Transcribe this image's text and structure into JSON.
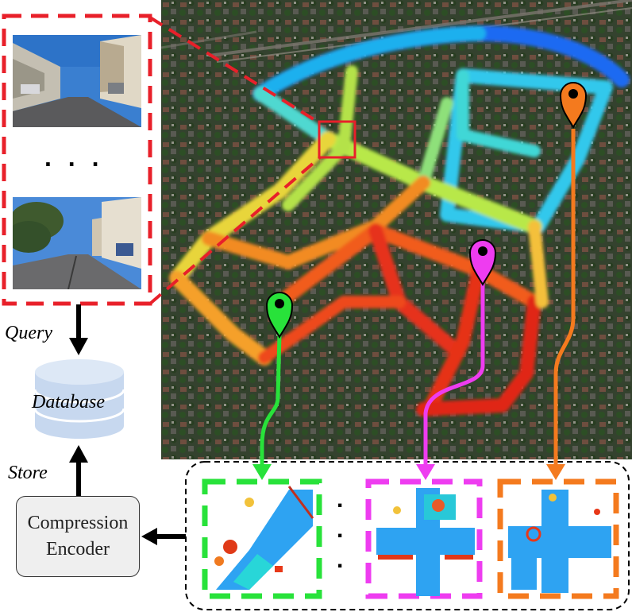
{
  "labels": {
    "query": "Query",
    "store": "Store",
    "database": "Database",
    "encoder_line1": "Compression",
    "encoder_line2": "Encoder"
  },
  "ellipsis_h": ". . .",
  "ellipsis_v": ".",
  "colors": {
    "query_frame": "#e8202a",
    "pin_green": "#28e23a",
    "pin_magenta": "#ee3cf0",
    "pin_orange": "#f47a1e",
    "db_body": "#c7d8ef",
    "db_top": "#dde8f6",
    "encoder_fill": "#efefef"
  },
  "icons": [
    "map-pin-icon",
    "database-icon",
    "arrow-icon"
  ]
}
